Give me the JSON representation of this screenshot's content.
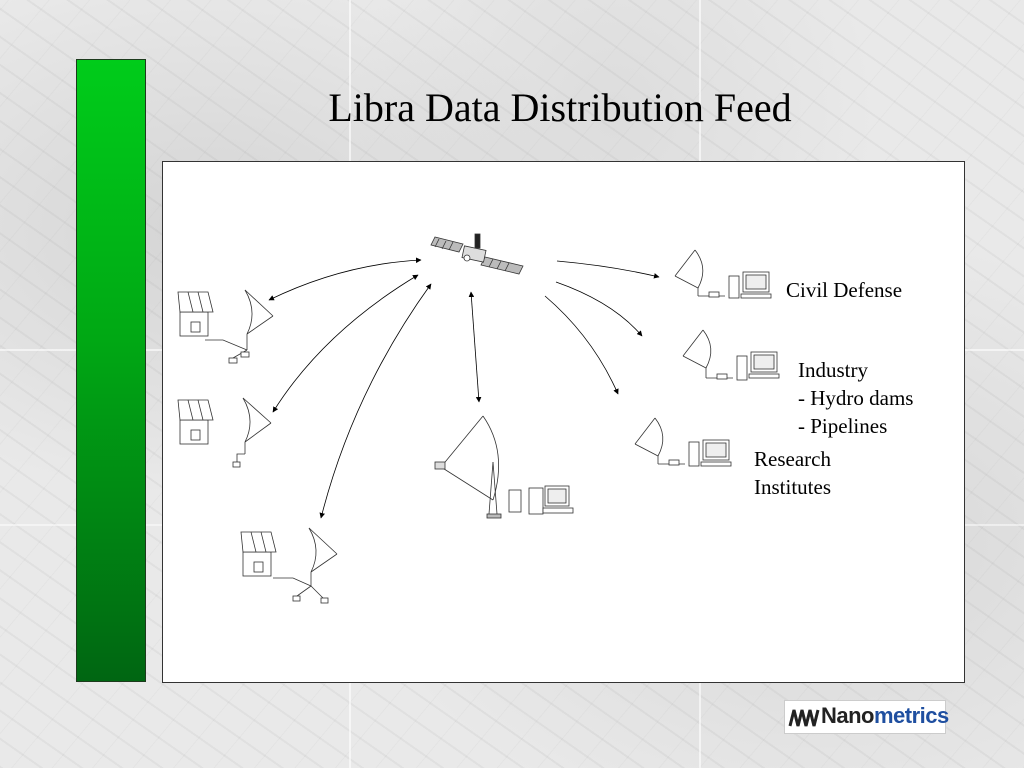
{
  "slide": {
    "title": "Libra Data Distribution Feed"
  },
  "diagram": {
    "nodes": {
      "civil_defense": "Civil Defense",
      "industry_title": "Industry",
      "industry_item_1": "- Hydro dams",
      "industry_item_2": "- Pipelines",
      "research_line_1": "Research",
      "research_line_2": "Institutes"
    }
  },
  "logo": {
    "brand_part_1": "Nano",
    "brand_part_2": "metrics"
  }
}
